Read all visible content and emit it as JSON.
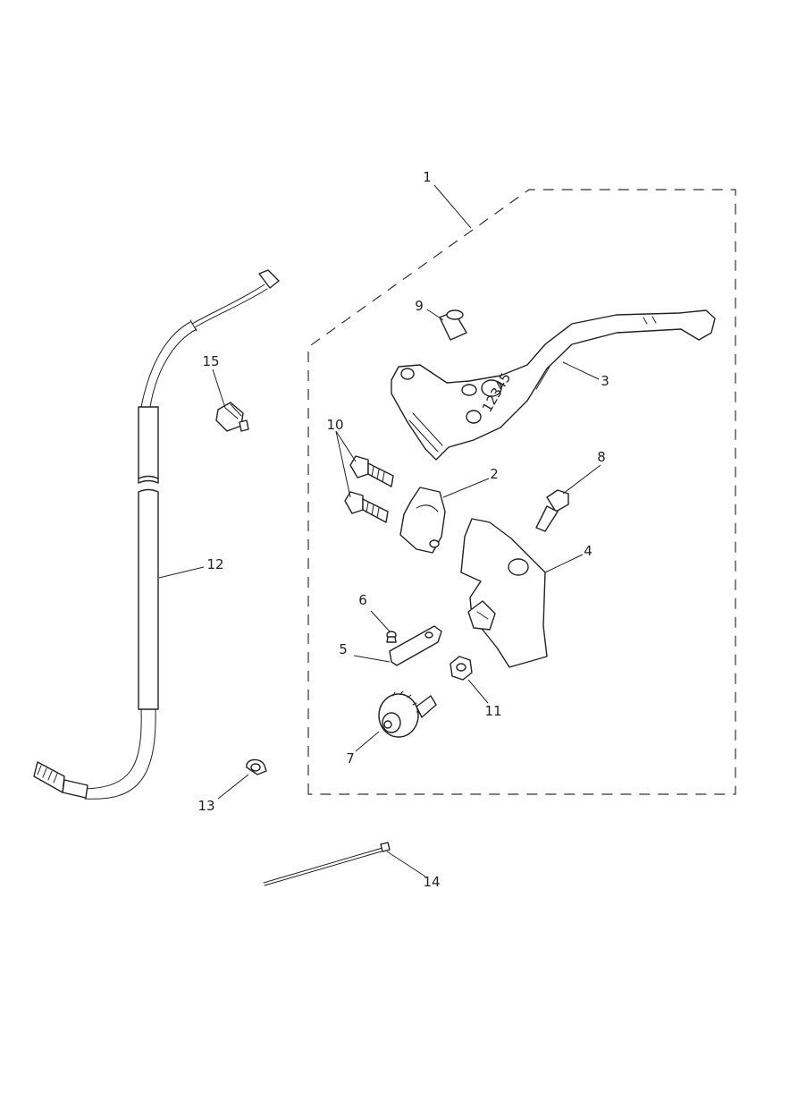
{
  "callouts": {
    "c1": "1",
    "c2": "2",
    "c3": "3",
    "c4": "4",
    "c5": "5",
    "c6": "6",
    "c7": "7",
    "c8": "8",
    "c9": "9",
    "c10": "10",
    "c11": "11",
    "c12": "12",
    "c13": "13",
    "c14": "14",
    "c15": "15"
  },
  "lever_marking": "12345"
}
